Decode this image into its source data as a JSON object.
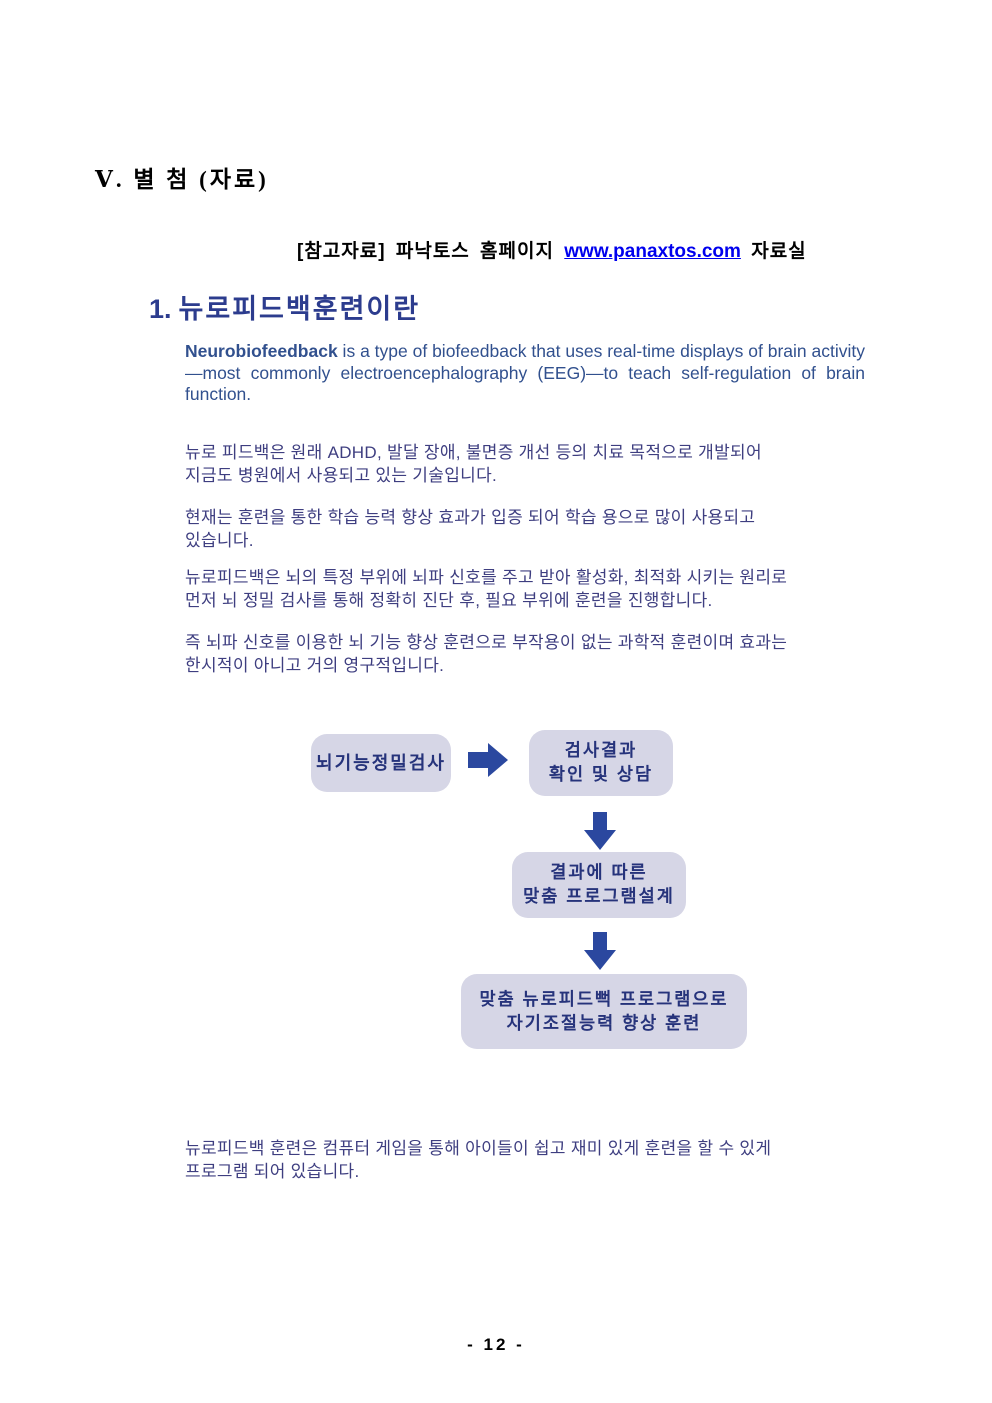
{
  "page": {
    "title": "Ⅴ. 별 첨 (자료)",
    "footer": "- 12 -"
  },
  "reference": {
    "prefix": "[참고자료] 파낙토스 홈페이지",
    "link": "www.panaxtos.com",
    "suffix": "자료실"
  },
  "section": {
    "number": "1.",
    "heading": "뉴로피드백훈련이란"
  },
  "intro_en": {
    "lead": "Neurobiofeedback",
    "rest": " is a type of biofeedback that uses real-time displays of brain activity—most commonly electroencephalography (EEG)—to teach self-regulation of brain function."
  },
  "paragraphs": [
    "뉴로 피드백은 원래 ADHD, 발달 장애, 불면증 개선 등의 치료 목적으로 개발되어\n지금도 병원에서 사용되고 있는 기술입니다.",
    "현재는 훈련을 통한 학습 능력 향상 효과가 입증 되어 학습 용으로 많이 사용되고\n있습니다.",
    "뉴로피드백은 뇌의 특정 부위에 뇌파 신호를 주고 받아 활성화, 최적화 시키는 원리로\n먼저 뇌 정밀 검사를 통해 정확히 진단 후, 필요 부위에 훈련을 진행합니다.",
    "즉 뇌파 신호를 이용한 뇌 기능 향상 훈련으로 부작용이 없는 과학적 훈련이며 효과는\n한시적이 아니고 거의 영구적입니다."
  ],
  "flowchart": {
    "step1": "뇌기능정밀검사",
    "step2": "검사결과\n확인 및 상담",
    "step3": "결과에 따른\n맞춤 프로그램설계",
    "step4": "맞춤 뉴로피드뻑 프로그램으로\n자기조절능력 향상 훈련"
  },
  "closing": "뉴로피드백 훈련은 컴퓨터 게임을 통해 아이들이 쉽고 재미 있게 훈련을 할 수 있게\n프로그램 되어 있습니다.",
  "colors": {
    "heading": "#2c3c8e",
    "english": "#31508e",
    "body": "#3e3e80",
    "box_bg": "#d6d6e6",
    "box_text": "#26337b",
    "arrow": "#2b489f",
    "link": "#0000ee"
  }
}
